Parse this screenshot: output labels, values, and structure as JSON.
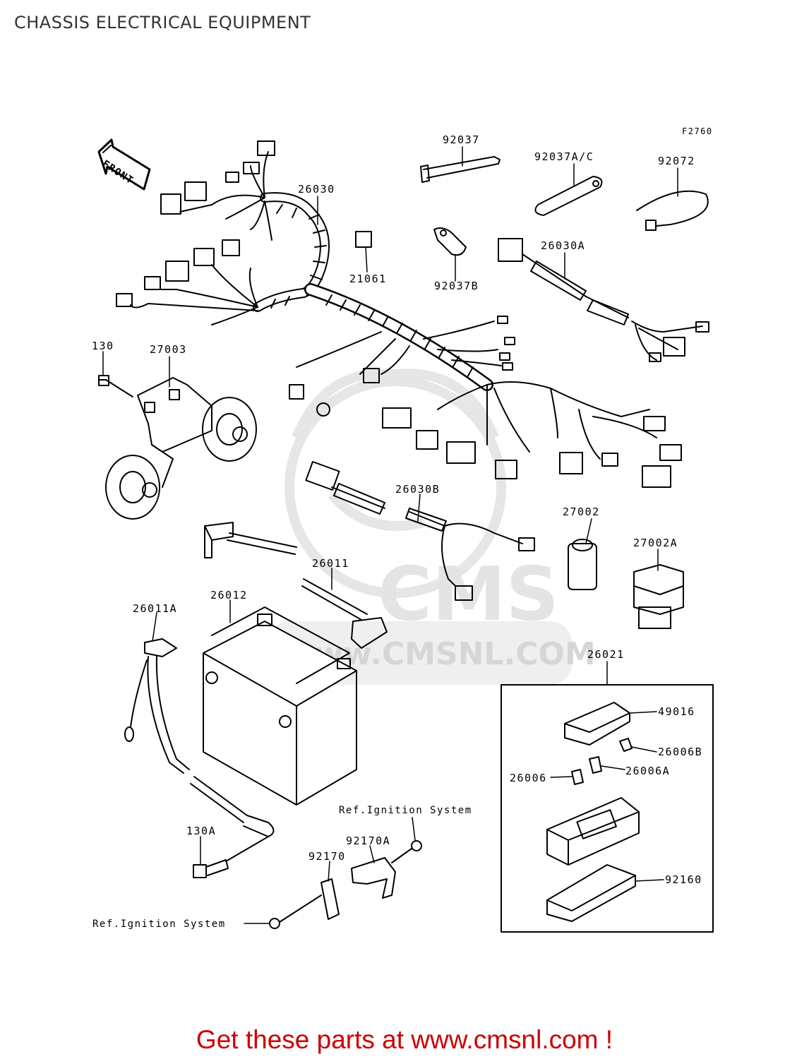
{
  "page": {
    "title": "CHASSIS ELECTRICAL EQUIPMENT",
    "promo_link": "Get these parts at www.cmsnl.com !"
  },
  "diagram": {
    "figure_code": "F2760",
    "front_marker": "FRONT",
    "watermark": {
      "logo_text": "CMS",
      "url_text": "www.CMSNL.COM"
    },
    "ref_notes": {
      "ref_top": "Ref.Ignition System",
      "ref_bottom": "Ref.Ignition System"
    },
    "parts": {
      "p92037": "92037",
      "p92037ac": "92037A/C",
      "p92072": "92072",
      "p26030": "26030",
      "p21061": "21061",
      "p92037b": "92037B",
      "p26030a": "26030A",
      "p130": "130",
      "p27003": "27003",
      "p26030b": "26030B",
      "p27002": "27002",
      "p27002a": "27002A",
      "p26011": "26011",
      "p26012": "26012",
      "p26011a": "26011A",
      "p26021": "26021",
      "p49016": "49016",
      "p26006b": "26006B",
      "p26006a": "26006A",
      "p26006": "26006",
      "p92160": "92160",
      "p130a": "130A",
      "p92170a": "92170A",
      "p92170": "92170"
    }
  },
  "colors": {
    "title": "#333333",
    "promo": "#cc0000",
    "lines": "#000000",
    "watermark": "#e4e4e4"
  }
}
